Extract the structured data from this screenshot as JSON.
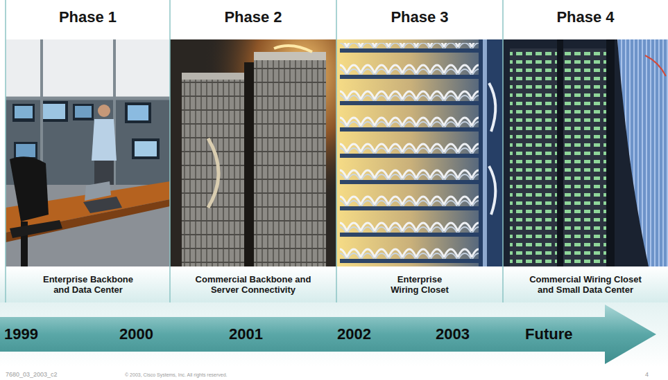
{
  "diagram": {
    "nodes": [
      {
        "text": [
          "Phase 1",
          "Enterprise Backbone and Data Center"
        ]
      },
      {
        "text": [
          "Phase 2",
          "Commercial Backbone and Server Connectivity"
        ]
      },
      {
        "text": [
          "Phase 3",
          "Enterprise Wiring Closet"
        ]
      },
      {
        "text": [
          "Phase 4",
          "Commercial Wiring Closet and Small Data Center"
        ]
      },
      {
        "text": [
          "1999",
          "2000",
          "2001",
          "2002",
          "2003",
          "Future"
        ]
      }
    ],
    "labels": [
      "7680_03_2003_c2",
      "© 2003, Cisco Systems, Inc. All rights reserved.",
      "4"
    ]
  }
}
